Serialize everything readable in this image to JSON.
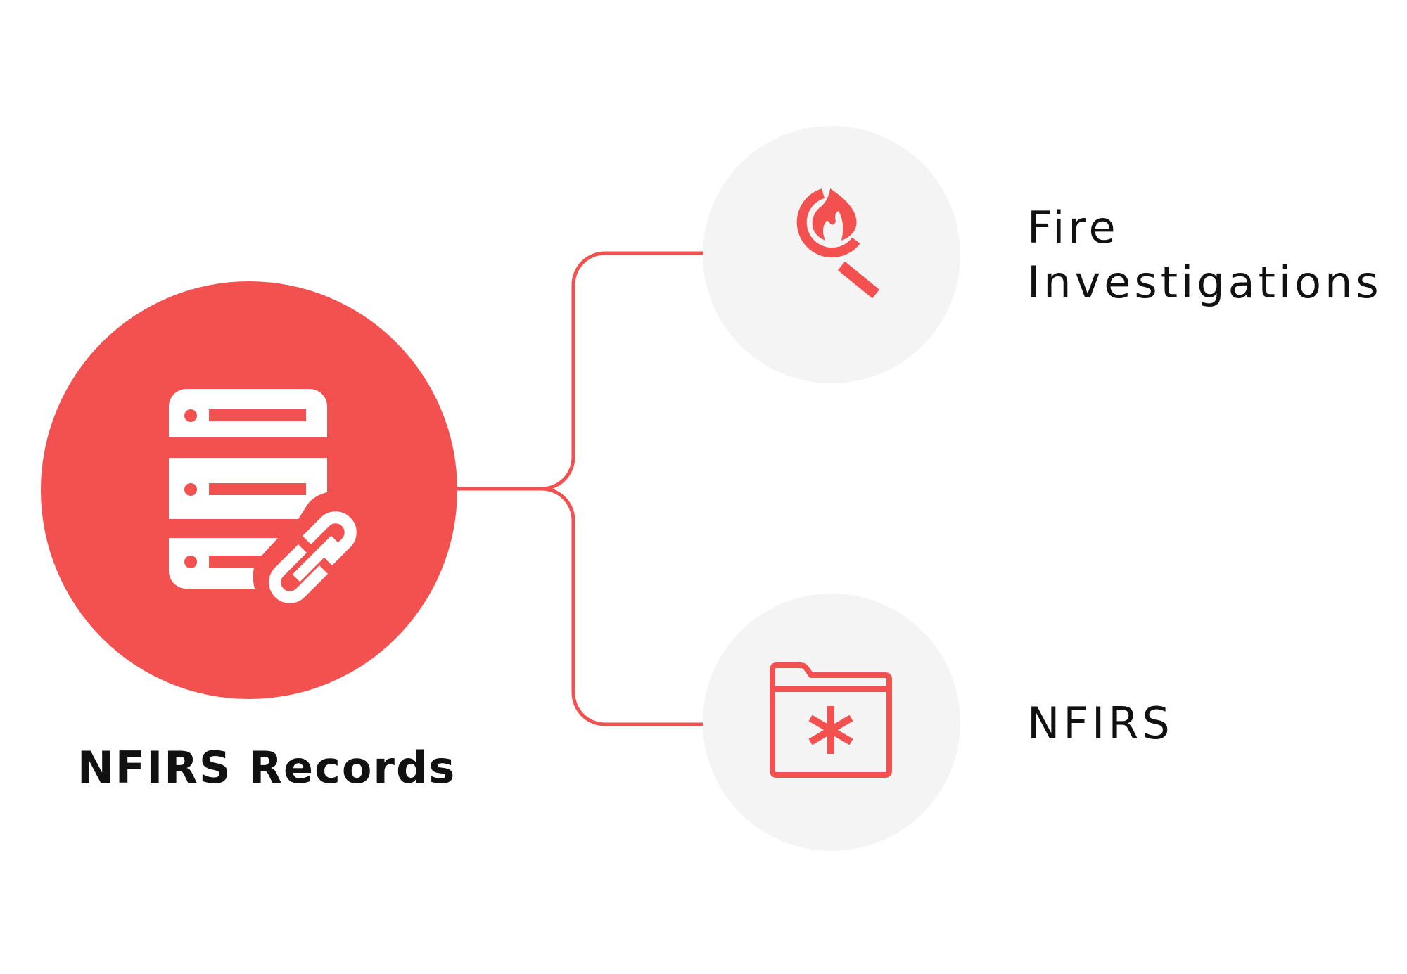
{
  "colors": {
    "accent": "#f35050",
    "node_bg": "#f4f4f4",
    "text": "#111111",
    "background": "#ffffff"
  },
  "source": {
    "label": "NFIRS Records",
    "icon": "linked-database-icon"
  },
  "targets": [
    {
      "label_line1": "Fire",
      "label_line2": "Investigations",
      "icon": "fire-search-icon"
    },
    {
      "label": "NFIRS",
      "icon": "medical-folder-icon"
    }
  ]
}
